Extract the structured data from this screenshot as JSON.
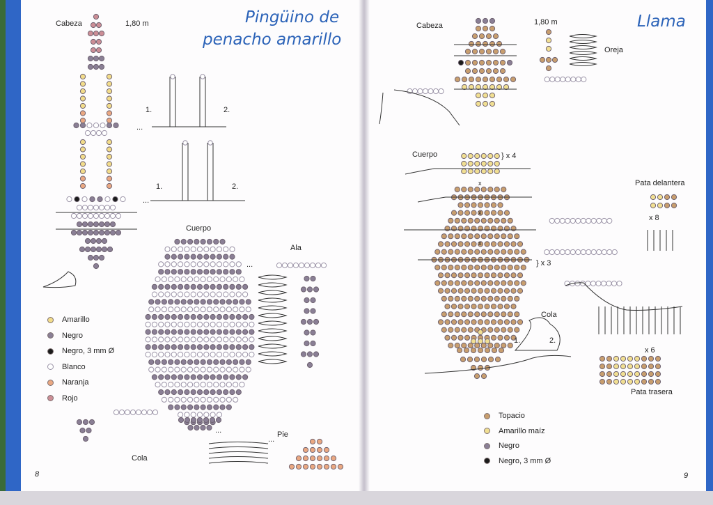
{
  "left_page": {
    "title_line1": "Pingüino de",
    "title_line2": "penacho amarillo",
    "labels": {
      "cabeza": "Cabeza",
      "length": "1,80 m",
      "step1_a": "1.",
      "step2_a": "2.",
      "step1_b": "1.",
      "step2_b": "2.",
      "cuerpo": "Cuerpo",
      "ala": "Ala",
      "cola": "Cola",
      "pie": "Pie",
      "dots": "..."
    },
    "legend": [
      {
        "name": "Amarillo",
        "color": "#f2dc8a"
      },
      {
        "name": "Negro",
        "color": "#8a7f95"
      },
      {
        "name": "Negro, 3 mm Ø",
        "color": "#1b1b1b"
      },
      {
        "name": "Blanco",
        "color": "#ffffff"
      },
      {
        "name": "Naranja",
        "color": "#eaa882"
      },
      {
        "name": "Rojo",
        "color": "#cc8e96"
      }
    ],
    "page_number": "8"
  },
  "right_page": {
    "title": "Llama",
    "labels": {
      "cabeza": "Cabeza",
      "length": "1,80 m",
      "oreja": "Oreja",
      "cuerpo": "Cuerpo",
      "x4": "} x 4",
      "x3": "} x 3",
      "pata_delantera": "Pata delantera",
      "x8": "x 8",
      "cola": "Cola",
      "step1": "1.",
      "step2": "2.",
      "x6": "x 6",
      "pata_trasera": "Pata trasera",
      "x": "x"
    },
    "legend": [
      {
        "name": "Topacio",
        "color": "#c89e6e"
      },
      {
        "name": "Amarillo maíz",
        "color": "#f1df92"
      },
      {
        "name": "Negro",
        "color": "#8a7f95"
      },
      {
        "name": "Negro, 3 mm Ø",
        "color": "#1b1b1b"
      }
    ],
    "page_number": "9"
  }
}
